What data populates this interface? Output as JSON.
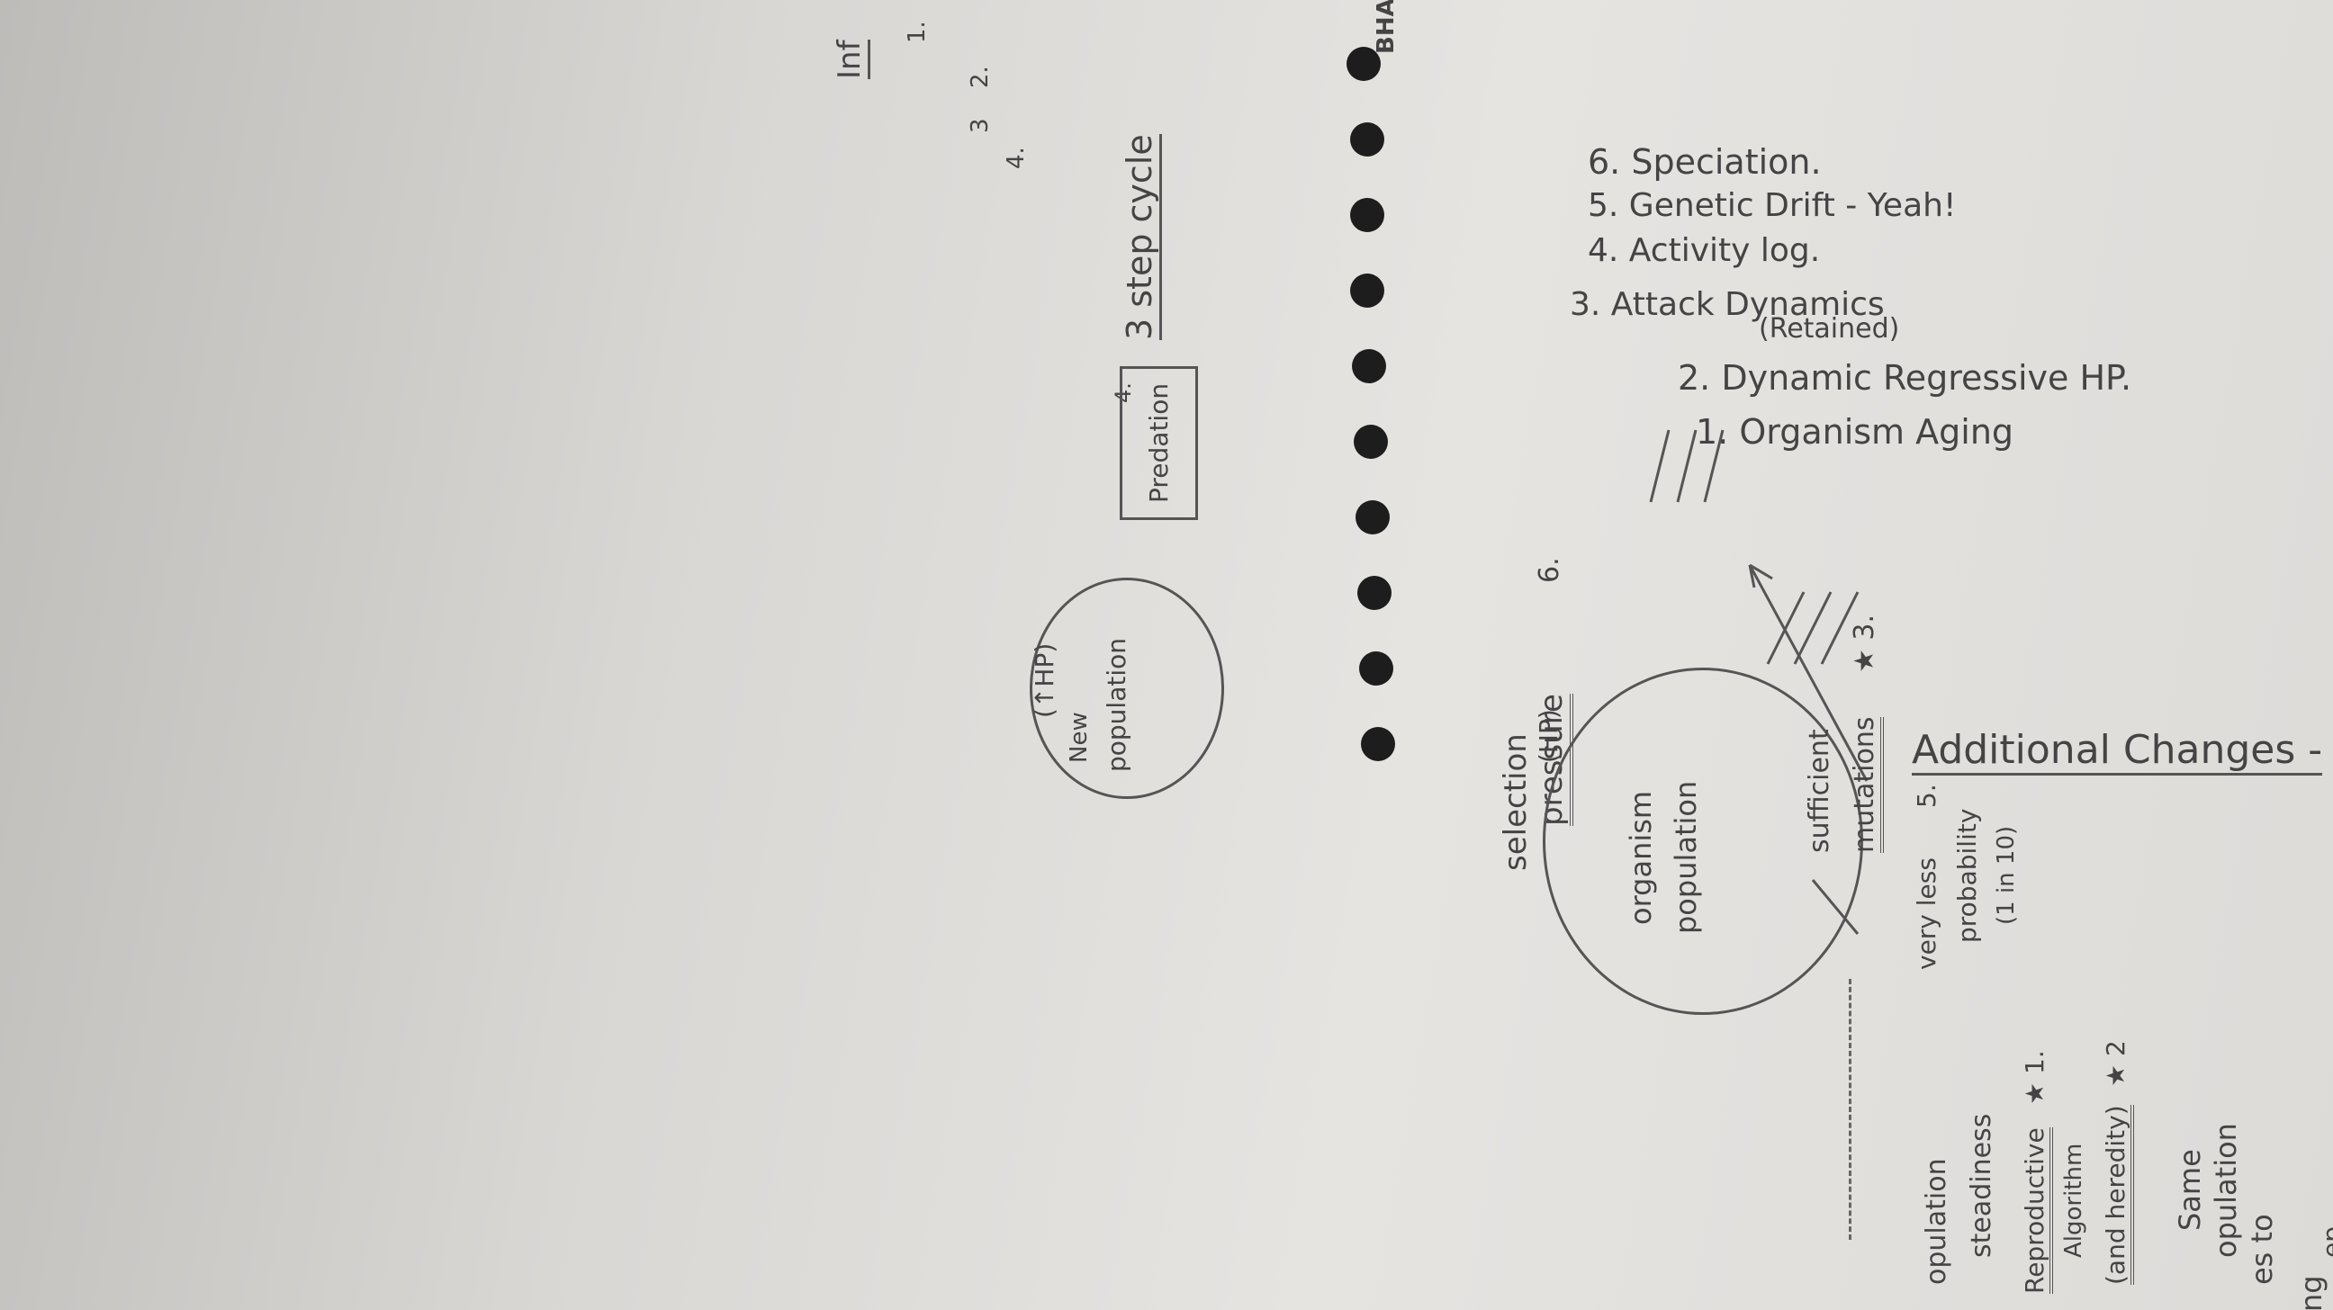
{
  "document": {
    "stamp": "BHAS",
    "top_right_heading": "Inf",
    "top_right_numbers": [
      "1.",
      "2.",
      "3",
      "4."
    ],
    "step_number": "4.",
    "predation_box": "Predation",
    "step_cycle": "3 step cycle",
    "selection": "selection",
    "pressure": "pressure",
    "selection_number": "6.",
    "new_population_line1": "New",
    "new_population_line2": "population",
    "new_pop_tag": "(↑HP)",
    "organism_line1": "organism",
    "organism_line2": "population",
    "hp_tag": "(HP)",
    "sufficient": "sufficient",
    "mutations": "mutations",
    "mutations_mark": "★ 3.",
    "very_less": "very less",
    "very_less_number": "5.",
    "probability": "probability",
    "one_in_ten": "(1 in 10)",
    "population_steadiness_line1": "opulation",
    "population_steadiness_line2": "steadiness",
    "reproductive": "Reproductive",
    "reproductive_mark": "★ 1.",
    "algorithm": "Algorithm",
    "heredity": "(and heredity)",
    "heredity_mark": "★ 2",
    "left_fragments": [
      "Same",
      "opulation",
      "es to",
      "ng",
      "ep."
    ],
    "additional_heading": "Additional Changes -",
    "list": [
      "1. Organism Aging",
      "2. Dynamic Regressive HP.",
      "(Retained)",
      "3. Attack Dynamics",
      "4. Activity log.",
      "5. Genetic Drift - Yeah!",
      "6. Speciation."
    ]
  }
}
